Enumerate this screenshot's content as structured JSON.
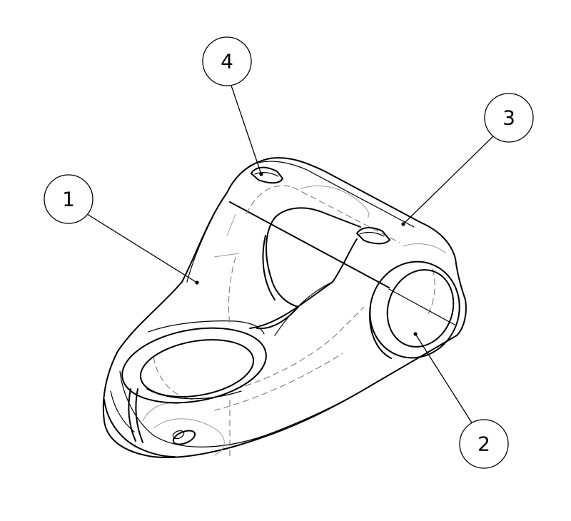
{
  "callouts": [
    {
      "id": "1",
      "label": "1"
    },
    {
      "id": "2",
      "label": "2"
    },
    {
      "id": "3",
      "label": "3"
    },
    {
      "id": "4",
      "label": "4"
    }
  ],
  "colors": {
    "line": "#000000",
    "hidden_line": "#7a7a7a",
    "background": "#ffffff"
  }
}
